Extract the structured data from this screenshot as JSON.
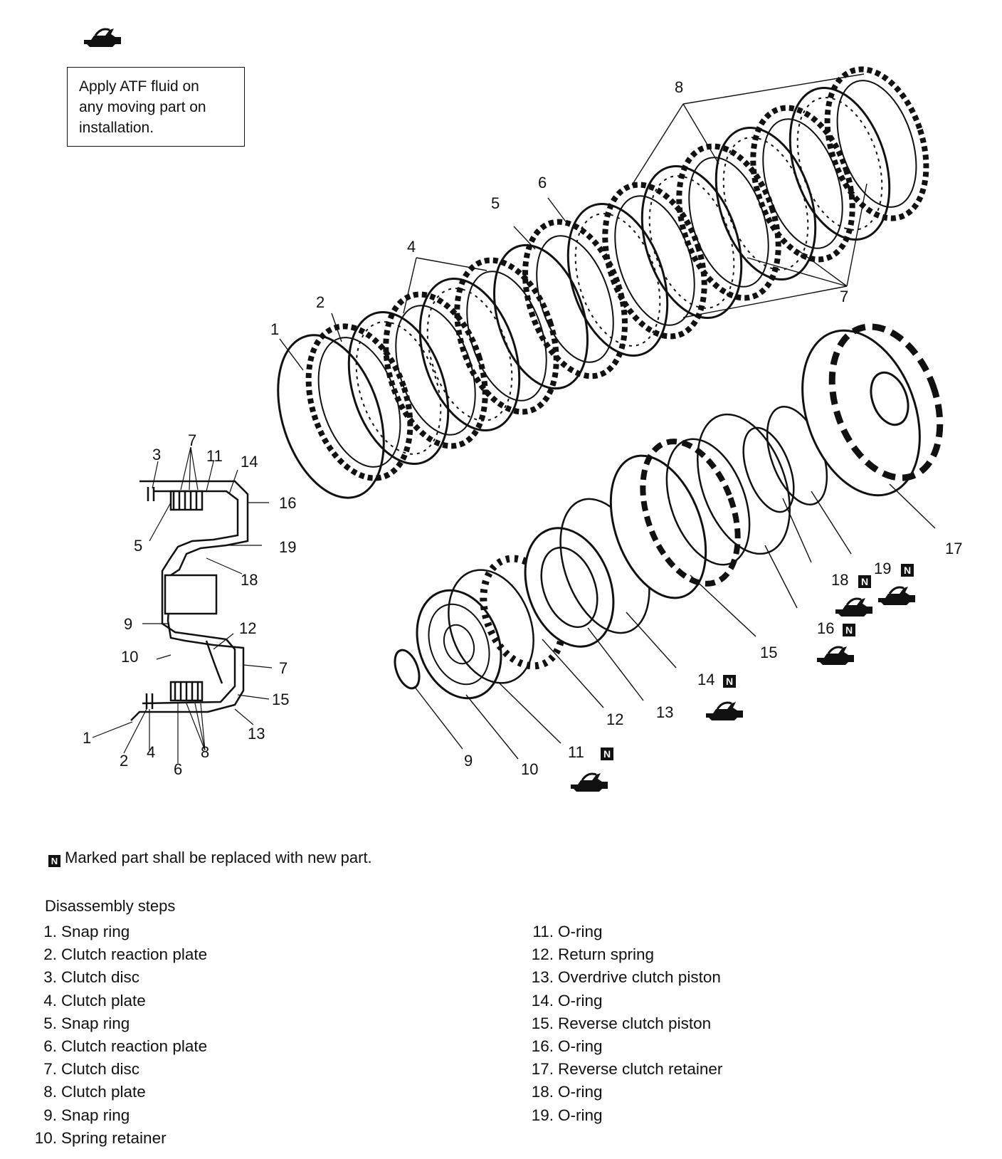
{
  "note": {
    "line1": "Apply ATF fluid on",
    "line2": "any moving part on",
    "line3": "installation.",
    "icon": "oil-can-icon"
  },
  "replace_marker": "N",
  "legend_text": "Marked part shall be replaced with new part.",
  "steps_title": "Disassembly steps",
  "steps_left": [
    {
      "num": "1.",
      "text": "Snap ring"
    },
    {
      "num": "2.",
      "text": "Clutch reaction plate"
    },
    {
      "num": "3.",
      "text": "Clutch disc"
    },
    {
      "num": "4.",
      "text": "Clutch plate"
    },
    {
      "num": "5.",
      "text": "Snap ring"
    },
    {
      "num": "6.",
      "text": "Clutch reaction plate"
    },
    {
      "num": "7.",
      "text": "Clutch disc"
    },
    {
      "num": "8.",
      "text": "Clutch plate"
    },
    {
      "num": "9.",
      "text": "Snap ring"
    },
    {
      "num": "10.",
      "text": "Spring retainer"
    }
  ],
  "steps_right": [
    {
      "num": "11.",
      "text": "O-ring"
    },
    {
      "num": "12.",
      "text": "Return spring"
    },
    {
      "num": "13.",
      "text": "Overdrive clutch piston"
    },
    {
      "num": "14.",
      "text": "O-ring"
    },
    {
      "num": "15.",
      "text": "Reverse clutch piston"
    },
    {
      "num": "16.",
      "text": "O-ring"
    },
    {
      "num": "17.",
      "text": "Reverse clutch retainer"
    },
    {
      "num": "18.",
      "text": "O-ring"
    },
    {
      "num": "19.",
      "text": "O-ring"
    }
  ],
  "exploded_labels": {
    "l1": "1",
    "l2": "2",
    "l4": "4",
    "l5": "5",
    "l6": "6",
    "l7": "7",
    "l8": "8",
    "l9": "9",
    "l10": "10",
    "l11": "11",
    "l12": "12",
    "l13": "13",
    "l14": "14",
    "l15": "15",
    "l16": "16",
    "l17": "17",
    "l18": "18",
    "l19": "19"
  },
  "section_labels": {
    "s1": "1",
    "s2": "2",
    "s3": "3",
    "s4": "4",
    "s5": "5",
    "s6": "6",
    "s7a": "7",
    "s7b": "7",
    "s8": "8",
    "s9": "9",
    "s10": "10",
    "s11": "11",
    "s12": "12",
    "s13": "13",
    "s14": "14",
    "s15": "15",
    "s16": "16",
    "s18": "18",
    "s19": "19"
  }
}
